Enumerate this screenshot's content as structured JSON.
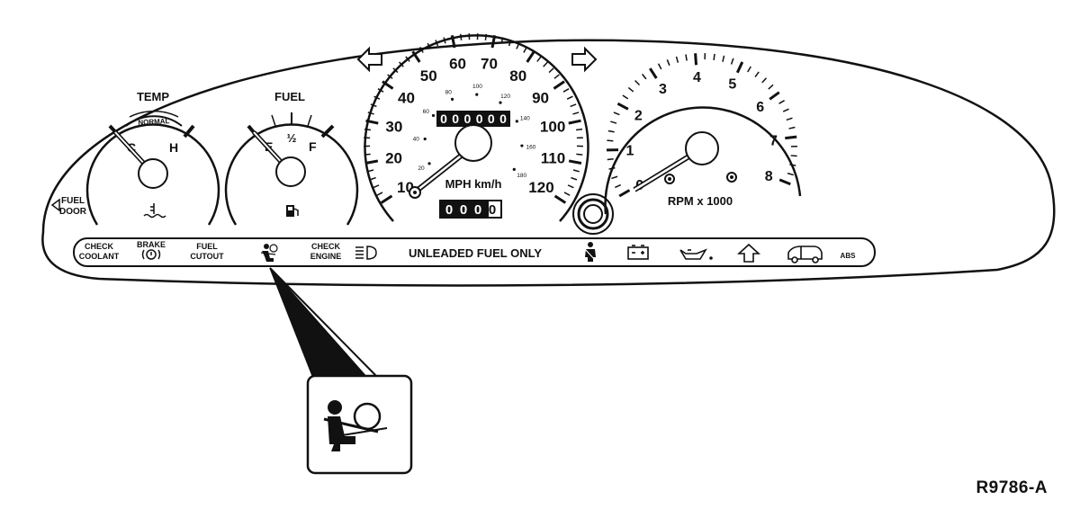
{
  "colors": {
    "ink": "#111111",
    "paper": "#ffffff"
  },
  "temp_gauge": {
    "title": "TEMP",
    "normal_label": "NORMAL",
    "cold_label": "C",
    "hot_label": "H",
    "icon": "coolant-temperature-icon"
  },
  "fuel_gauge": {
    "title": "FUEL",
    "empty_label": "E",
    "half_label": "½",
    "full_label": "F",
    "icon": "fuel-pump-icon"
  },
  "fuel_door": {
    "line1": "FUEL",
    "line2": "DOOR",
    "icon": "left-triangle-icon"
  },
  "speedometer": {
    "mph_labels": [
      "10",
      "20",
      "30",
      "40",
      "50",
      "60",
      "70",
      "80",
      "90",
      "100",
      "110",
      "120"
    ],
    "kmh_labels": [
      "20",
      "40",
      "60",
      "80",
      "100",
      "120",
      "140",
      "160",
      "180"
    ],
    "unit_label": "MPH km/h",
    "odometer_digits": [
      "0",
      "0",
      "0",
      "0",
      "0",
      "0"
    ],
    "trip_digits": [
      "0",
      "0",
      "0",
      "0"
    ]
  },
  "tachometer": {
    "labels": [
      "0",
      "1",
      "2",
      "3",
      "4",
      "5",
      "6",
      "7",
      "8"
    ],
    "unit_label": "RPM x 1000"
  },
  "turn_signals": {
    "left_icon": "left-arrow-icon",
    "right_icon": "right-arrow-icon"
  },
  "warning_strip": {
    "check_coolant": {
      "line1": "CHECK",
      "line2": "COOLANT"
    },
    "brake": {
      "label": "BRAKE",
      "icon": "brake-warning-icon"
    },
    "fuel_cutout": {
      "line1": "FUEL",
      "line2": "CUTOUT"
    },
    "airbag_icon": "airbag-icon",
    "check_engine": {
      "line1": "CHECK",
      "line2": "ENGINE"
    },
    "headlamp_icon": "high-beam-icon",
    "unleaded": "UNLEADED FUEL ONLY",
    "seatbelt_icon": "seatbelt-icon",
    "battery_icon": "battery-icon",
    "oil_icon": "oil-can-icon",
    "upshift_icon": "upshift-arrow-icon",
    "door_ajar_icon": "door-ajar-icon",
    "abs": "ABS"
  },
  "callout": {
    "icon": "airbag-warning-icon"
  },
  "figure_ref": "R9786-A"
}
